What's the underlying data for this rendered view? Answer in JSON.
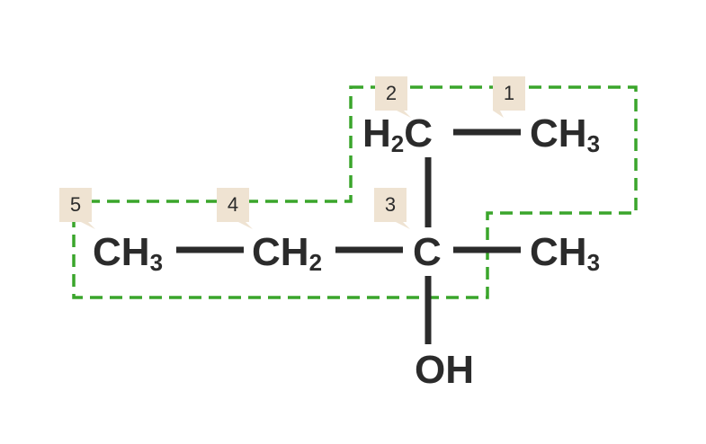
{
  "colors": {
    "chain_outline": "#3aa52b",
    "tag_fill": "#efe3d2",
    "ink": "#2b2b2b",
    "background": "#ffffff"
  },
  "atoms": {
    "ch2_top": {
      "main": "H",
      "sub": "2",
      "tail": "C"
    },
    "ch3_top": {
      "main": "CH",
      "sub": "3"
    },
    "ch3_left": {
      "main": "CH",
      "sub": "3"
    },
    "ch2_mid": {
      "main": "CH",
      "sub": "2"
    },
    "c_center": {
      "main": "C"
    },
    "ch3_right": {
      "main": "CH",
      "sub": "3"
    },
    "oh": {
      "main": "OH"
    }
  },
  "numbers": {
    "n1": "1",
    "n2": "2",
    "n3": "3",
    "n4": "4",
    "n5": "5"
  }
}
